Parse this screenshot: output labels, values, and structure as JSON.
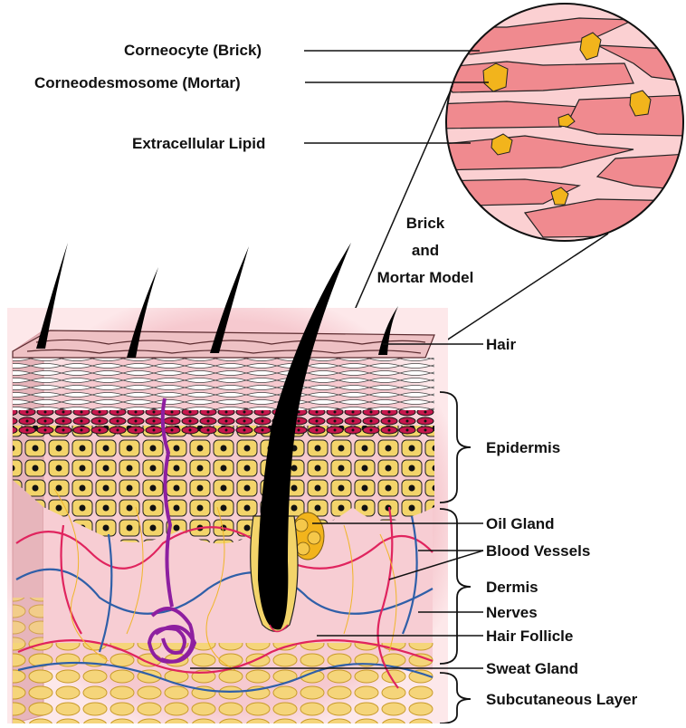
{
  "labels": {
    "corneocyte": "Corneocyte (Brick)",
    "corneodesmosome": "Corneodesmosome (Mortar)",
    "lipid": "Extracellular Lipid",
    "model_line1": "Brick",
    "model_line2": "and",
    "model_line3": "Mortar Model",
    "hair": "Hair",
    "epidermis": "Epidermis",
    "oil_gland": "Oil Gland",
    "blood_vessels": "Blood Vessels",
    "dermis": "Dermis",
    "nerves": "Nerves",
    "hair_follicle": "Hair Follicle",
    "sweat_gland": "Sweat Gland",
    "subcutaneous": "Subcutaneous Layer"
  },
  "colors": {
    "brick": "#f08a8f",
    "lipid": "#fbd0d2",
    "mortar": "#f2b41c",
    "dermis": "#f7cdd3",
    "epidermis_cell": "#f3d46a",
    "fat": "#f5d57a",
    "vessel_red": "#e0245e",
    "vessel_blue": "#2f5fa8",
    "nerve": "#f0b52a",
    "sweat_gland": "#8e1fa0",
    "hair": "#000000"
  }
}
